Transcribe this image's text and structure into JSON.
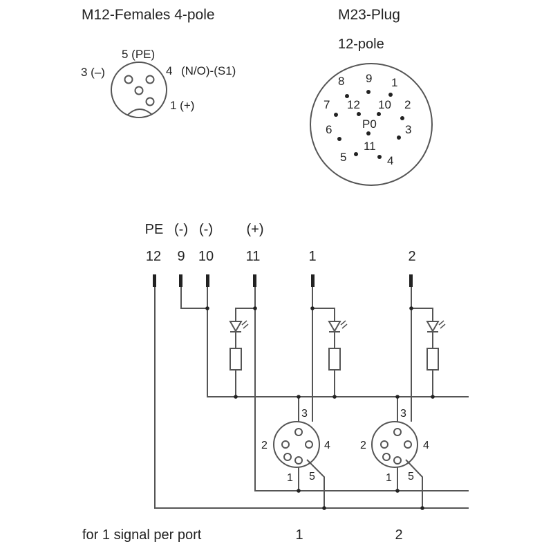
{
  "colors": {
    "line": "#555555",
    "text": "#222222",
    "background": "#ffffff"
  },
  "m12": {
    "title": "M12-Females  4-pole",
    "pin_labels": {
      "p5": "5 (PE)",
      "p3": "3 (–)",
      "p4": "4",
      "p4_func": "(N/O)-(S1)",
      "p1": "1 (+)"
    }
  },
  "m23": {
    "title": "M23-Plug",
    "subtitle": "12-pole",
    "pin_labels": [
      "9",
      "1",
      "8",
      "7",
      "12",
      "10",
      "2",
      "P0",
      "6",
      "3",
      "11",
      "5",
      "4"
    ]
  },
  "schematic": {
    "terminal_functions": [
      "PE",
      "(-)",
      "(-)",
      "(+)"
    ],
    "terminal_numbers": [
      "12",
      "9",
      "10",
      "11",
      "1",
      "2"
    ],
    "port_pin_labels": {
      "p3": "3",
      "p2": "2",
      "p4": "4",
      "p1": "1",
      "p5": "5"
    },
    "footer": "for 1 signal per port",
    "port_numbers": [
      "1",
      "2"
    ]
  }
}
